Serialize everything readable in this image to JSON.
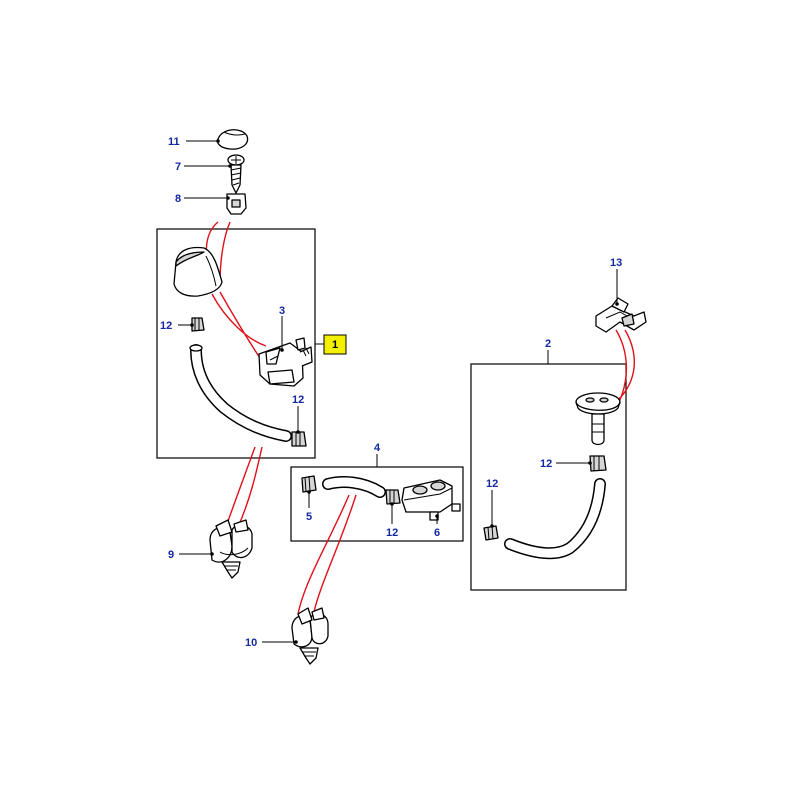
{
  "diagram": {
    "highlight_color": "#f5f000",
    "callout_color": "#1428a0",
    "connector_color": "#e0101a",
    "callouts": {
      "c11": "11",
      "c7": "7",
      "c8": "8",
      "c3": "3",
      "c1": "1",
      "c12_a": "12",
      "c12_b": "12",
      "c9": "9",
      "c4": "4",
      "c5": "5",
      "c12_c": "12",
      "c6": "6",
      "c10": "10",
      "c13": "13",
      "c2": "2",
      "c12_d": "12",
      "c12_e": "12"
    }
  }
}
